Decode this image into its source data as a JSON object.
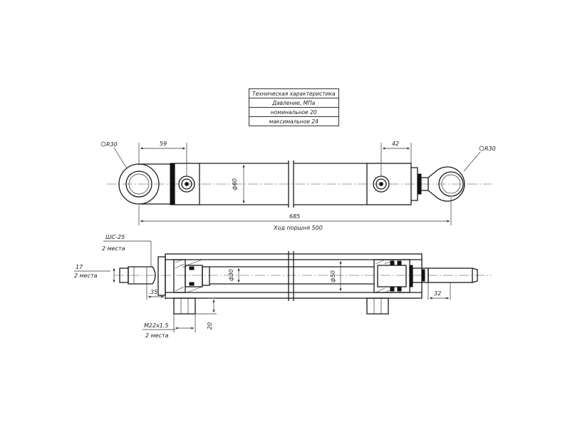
{
  "spec": {
    "title": "Техническая характеристика",
    "pressure_label": "Давление, МПа",
    "nominal": "номинальное   20",
    "maximum": "максимальное   24"
  },
  "dims": {
    "radius_left": "R30",
    "radius_right": "R30",
    "eye_offset_left": "59",
    "eye_offset_right": "42",
    "bore_dia": "ф60",
    "total_length": "685",
    "stroke": "Ход поршня 500",
    "hinge_label": "ШС-25",
    "hinge_count": "2 места",
    "pin_dia": "17",
    "pin_count": "2 места",
    "eye_width": "35",
    "rod_dia": "ф30",
    "piston_dia": "ф50",
    "rod_end_len": "32",
    "port_thread": "M22x1.5",
    "port_count": "2 места",
    "port_height": "20"
  }
}
